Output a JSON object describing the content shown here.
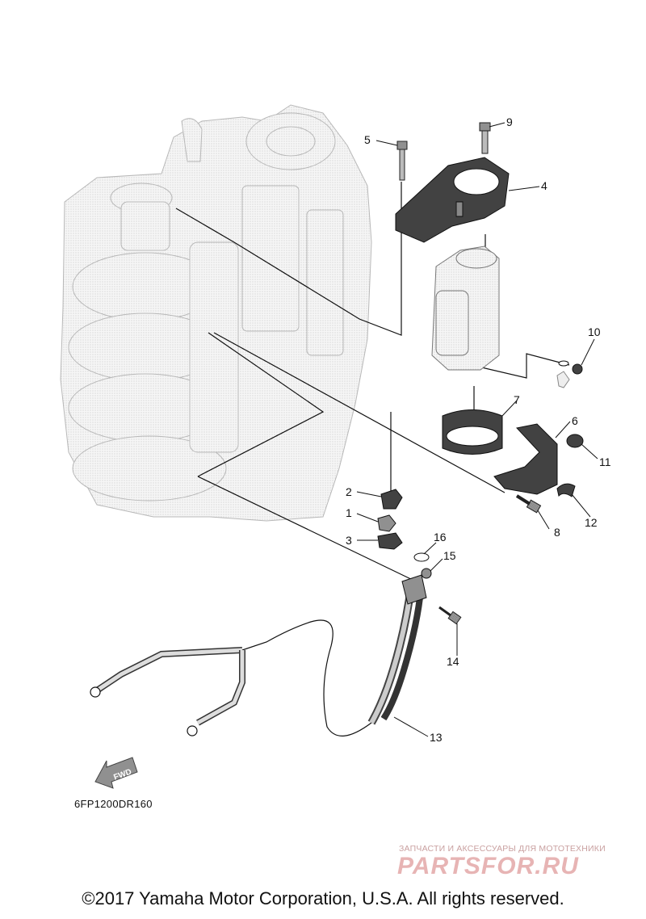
{
  "callouts": [
    "1",
    "2",
    "3",
    "4",
    "5",
    "6",
    "7",
    "8",
    "9",
    "10",
    "11",
    "12",
    "13",
    "14",
    "15",
    "16"
  ],
  "fwd_label": "FWD",
  "part_code": "6FP1200DR160",
  "watermark": {
    "tagline": "ЗАПЧАСТИ И АКСЕССУАРЫ ДЛЯ МОТОТЕХНИКИ",
    "logo": "PARTSFOR.RU"
  },
  "copyright": "©2017 Yamaha Motor Corporation, U.S.A. All rights reserved.",
  "icons": {
    "fwd_arrow": "left-pointing-arrow-icon"
  }
}
